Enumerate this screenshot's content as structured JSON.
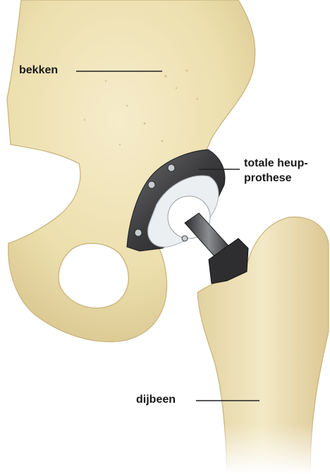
{
  "labels": {
    "pelvis": "bekken",
    "prosthesis_line1": "totale heup-",
    "prosthesis_line2": "prothese",
    "femur": "dijbeen"
  },
  "colors": {
    "background": "#ffffff",
    "bone": "#efe3b4",
    "bone_shadow": "#d9c58e",
    "metal_dark": "#3a3a3c",
    "metal_light": "#9a9ca0",
    "liner": "#e9ecef",
    "label_text": "#1a1a1a"
  }
}
